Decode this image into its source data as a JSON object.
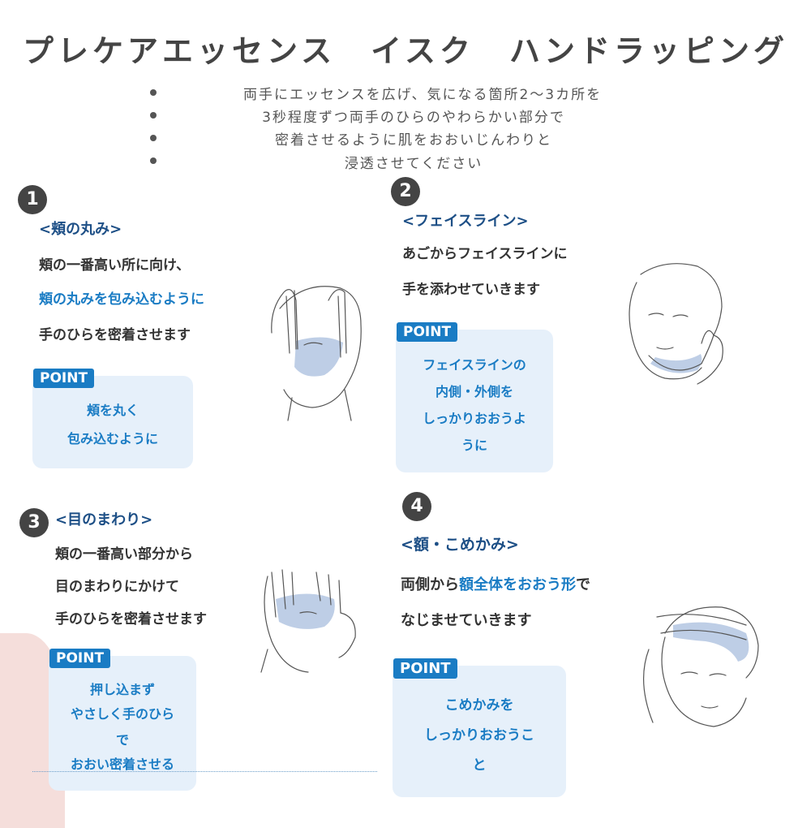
{
  "title": "プレケアエッセンス　イスク　ハンドラッピング",
  "intro": [
    "両手にエッセンスを広げ、気になる箇所2〜3カ所を",
    "3秒程度ずつ両手のひらのやわらかい部分で",
    "密着させるように肌をおおいじんわりと",
    "浸透させてください"
  ],
  "point_label": "POINT",
  "steps": [
    {
      "number": "1",
      "heading": "<頬の丸み>",
      "lines": [
        "頬の一番高い所に向け、",
        "頬の丸みを包み込むように",
        "手のひらを密着させます"
      ],
      "point": [
        "頬を丸く",
        "包み込むように"
      ]
    },
    {
      "number": "2",
      "heading": "<フェイスライン>",
      "lines": [
        "あごからフェイスラインに",
        "手を添わせていきます"
      ],
      "point": [
        "フェイスラインの",
        "内側・外側を",
        "しっかりおおうよ",
        "うに"
      ]
    },
    {
      "number": "3",
      "heading": "<目のまわり>",
      "lines": [
        "頬の一番高い部分から",
        "目のまわりにかけて",
        "手のひらを密着させます"
      ],
      "point": [
        "押し込まず",
        "やさしく手のひら",
        "で",
        "おおい密着させる"
      ]
    },
    {
      "number": "4",
      "heading": "<額・こめかみ>",
      "line1_a": "両側から",
      "line1_b": "額全体をおおう形",
      "line1_c": "で",
      "line2": "なじませていきます",
      "point": [
        "こめかみを",
        "しっかりおおうこ",
        "と"
      ]
    }
  ],
  "illustrations": [
    "face-hands-cheek",
    "face-hands-jawline",
    "face-hands-eyes",
    "face-hands-forehead"
  ]
}
